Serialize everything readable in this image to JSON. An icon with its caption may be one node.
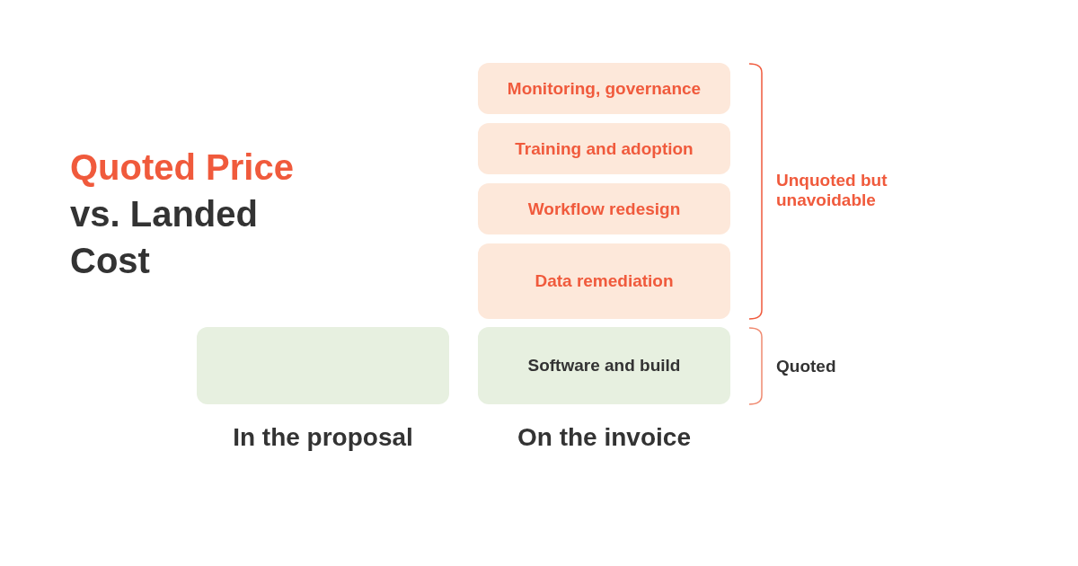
{
  "diagram": {
    "title": "Quoted Price vs. Landed Cost",
    "nodes": [
      {
        "text": [],
        "shape": "box"
      },
      {
        "text": [
          "Monitoring, governance"
        ]
      },
      {
        "text": [
          "Training and adoption"
        ]
      },
      {
        "text": [
          "Workflow redesign"
        ]
      },
      {
        "text": [
          "Data remediation"
        ]
      },
      {
        "text": [
          "Software and build"
        ]
      }
    ],
    "labels": [
      "Unquoted but unavoidable",
      "Quoted",
      "In the proposal",
      "On the invoice"
    ]
  }
}
